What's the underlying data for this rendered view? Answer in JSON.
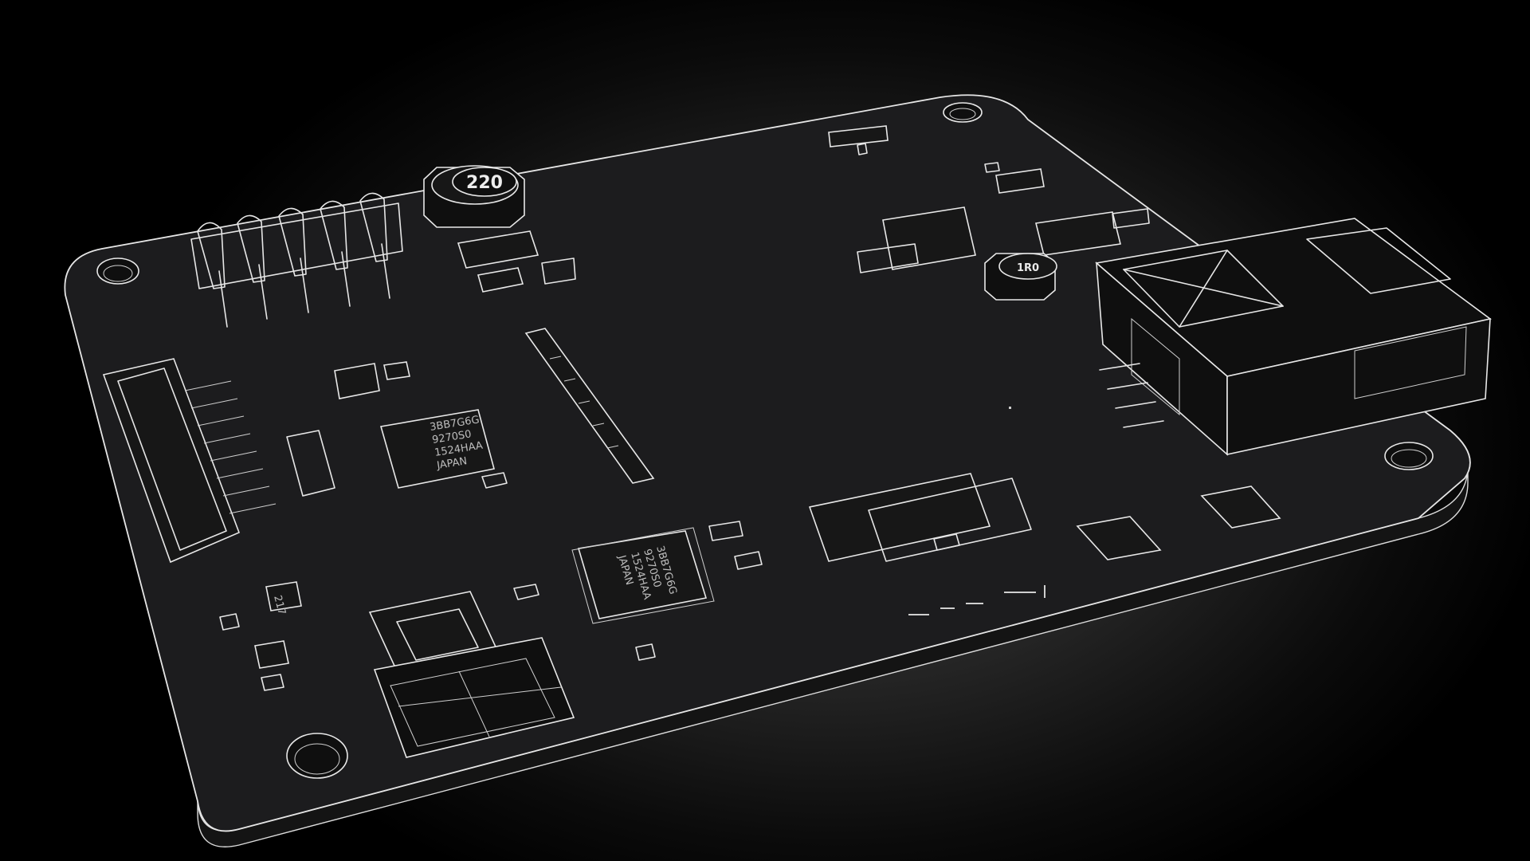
{
  "scene": {
    "background_color": "#000000",
    "board_fill": "#1c1c1e",
    "wire_color": "#e6e6e6"
  },
  "markings": {
    "inductor_top": "220",
    "inductor_right": "1R0",
    "chip_upper": [
      "3BB7G6G",
      "9270S0",
      "1524HAA",
      "JAPAN"
    ],
    "chip_lower": [
      "3BB7G6G",
      "9270S0",
      "1524HAA",
      "JAPAN"
    ],
    "sot_small": "217"
  },
  "icons": {
    "mounting_hole": "mounting-hole-icon"
  }
}
